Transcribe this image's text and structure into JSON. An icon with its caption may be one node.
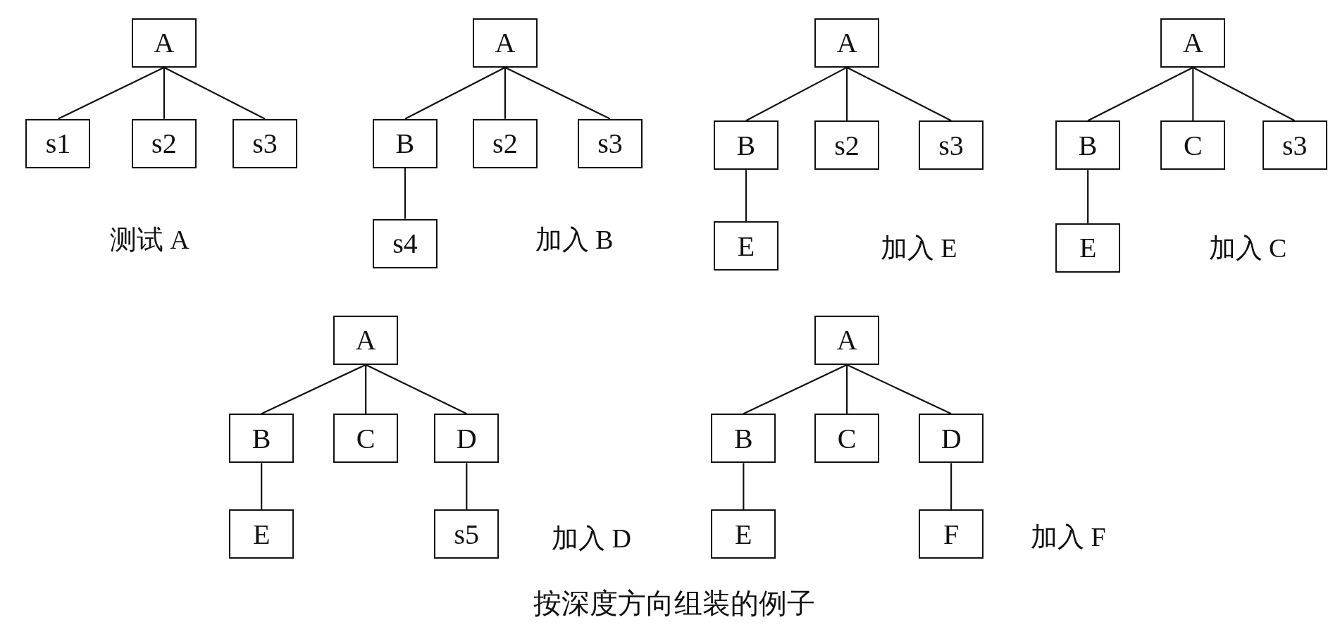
{
  "diagram": {
    "caption": "按深度方向组装的例子",
    "nodes": [
      {
        "text": [
          "A"
        ]
      },
      {
        "text": [
          "s1"
        ]
      },
      {
        "text": [
          "s2"
        ]
      },
      {
        "text": [
          "s3"
        ]
      },
      {
        "text": [
          "A"
        ]
      },
      {
        "text": [
          "B"
        ]
      },
      {
        "text": [
          "s2"
        ]
      },
      {
        "text": [
          "s3"
        ]
      },
      {
        "text": [
          "s4"
        ]
      },
      {
        "text": [
          "A"
        ]
      },
      {
        "text": [
          "B"
        ]
      },
      {
        "text": [
          "s2"
        ]
      },
      {
        "text": [
          "s3"
        ]
      },
      {
        "text": [
          "E"
        ]
      },
      {
        "text": [
          "A"
        ]
      },
      {
        "text": [
          "B"
        ]
      },
      {
        "text": [
          "C"
        ]
      },
      {
        "text": [
          "s3"
        ]
      },
      {
        "text": [
          "E"
        ]
      },
      {
        "text": [
          "A"
        ]
      },
      {
        "text": [
          "B"
        ]
      },
      {
        "text": [
          "C"
        ]
      },
      {
        "text": [
          "D"
        ]
      },
      {
        "text": [
          "E"
        ]
      },
      {
        "text": [
          "s5"
        ]
      },
      {
        "text": [
          "A"
        ]
      },
      {
        "text": [
          "B"
        ]
      },
      {
        "text": [
          "C"
        ]
      },
      {
        "text": [
          "D"
        ]
      },
      {
        "text": [
          "E"
        ]
      },
      {
        "text": [
          "F"
        ]
      }
    ],
    "edges": [
      {
        "from": 0,
        "to": 1,
        "arrow": "none"
      },
      {
        "from": 0,
        "to": 2,
        "arrow": "none"
      },
      {
        "from": 0,
        "to": 3,
        "arrow": "none"
      },
      {
        "from": 4,
        "to": 5,
        "arrow": "none"
      },
      {
        "from": 4,
        "to": 6,
        "arrow": "none"
      },
      {
        "from": 4,
        "to": 7,
        "arrow": "none"
      },
      {
        "from": 5,
        "to": 8,
        "arrow": "none"
      },
      {
        "from": 9,
        "to": 10,
        "arrow": "none"
      },
      {
        "from": 9,
        "to": 11,
        "arrow": "none"
      },
      {
        "from": 9,
        "to": 12,
        "arrow": "none"
      },
      {
        "from": 10,
        "to": 13,
        "arrow": "none"
      },
      {
        "from": 14,
        "to": 15,
        "arrow": "none"
      },
      {
        "from": 14,
        "to": 16,
        "arrow": "none"
      },
      {
        "from": 14,
        "to": 17,
        "arrow": "none"
      },
      {
        "from": 15,
        "to": 18,
        "arrow": "none"
      },
      {
        "from": 19,
        "to": 20,
        "arrow": "none"
      },
      {
        "from": 19,
        "to": 21,
        "arrow": "none"
      },
      {
        "from": 19,
        "to": 22,
        "arrow": "none"
      },
      {
        "from": 20,
        "to": 23,
        "arrow": "none"
      },
      {
        "from": 22,
        "to": 24,
        "arrow": "none"
      },
      {
        "from": 25,
        "to": 26,
        "arrow": "none"
      },
      {
        "from": 25,
        "to": 27,
        "arrow": "none"
      },
      {
        "from": 25,
        "to": 28,
        "arrow": "none"
      },
      {
        "from": 26,
        "to": 29,
        "arrow": "none"
      },
      {
        "from": 28,
        "to": 30,
        "arrow": "none"
      }
    ],
    "labels": [
      "测试 A",
      "加入 B",
      "加入 E",
      "加入 C",
      "加入 D",
      "加入 F"
    ]
  }
}
